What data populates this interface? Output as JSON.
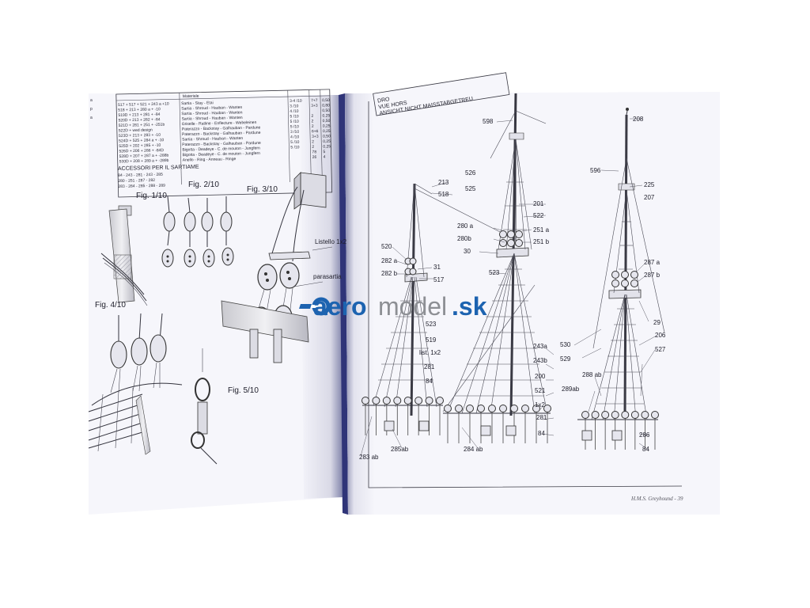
{
  "colors": {
    "background": "#ffffff",
    "page": "#f6f6fb",
    "spine": "#2f3478",
    "ink": "#1e1e2a",
    "logo_blue": "#1d63b0",
    "logo_gray": "#8d8f94"
  },
  "logo": {
    "part1": "aero",
    "part2": "model",
    "part3": ".sk"
  },
  "left_page": {
    "table_header": "Materiale",
    "table_rows": [
      [
        "517 + 517 + 521 + 243 a +10",
        "Sartia - Stay - Etai",
        "3-4 /10",
        "7+7",
        "0,50"
      ],
      [
        "518 + 213 + 280 a + -10",
        "Sartia - Shroud - Hauban - Wanten",
        "3 /10",
        "3+3",
        "0,80"
      ],
      [
        "519D + 213 + 281 + -84",
        "Sartia - Shroud - Hauban - Wanten",
        "4 /10",
        "",
        "0,50"
      ],
      [
        "520D + 213 + 282 + -84",
        "Sartia - Shroud - Hauban - Wanten",
        "5 /10",
        "2",
        "0,25"
      ],
      [
        "521D + 281 + 251 + -251b",
        "Griselle - Ratline - Enflecture - Webeleinen",
        "5 /10",
        "2",
        "0,50"
      ],
      [
        "522D + wed design",
        "Paterazzo - Backstay - Galhauban - Pardune",
        "5 /10",
        "2",
        "0,25"
      ],
      [
        "523D + 213 + 283 + -10",
        "Paterazzo - Backstay - Galhauban - Pardune",
        "3 /10",
        "6+6",
        "0,25"
      ],
      [
        "524D + 525 + 284 a + -10",
        "Sartia - Shroud - Hauban - Wanten",
        "4 /10",
        "3+3",
        "0,50"
      ],
      [
        "525D + 202 + 285 + -10",
        "Paterazzo - Backstay - Galhauban - Pardune",
        "5 /10",
        "2",
        "0,25"
      ],
      [
        "526D + 206 + 286 + -84D",
        "Bigotta - Deadeye - C. de mouton - Jungfern",
        "5 /10",
        "2",
        "0,25"
      ],
      [
        "528D + 207 + 287 a + -288b",
        "Bigotta - Deadeye - C. de mouton - Jungfern",
        "",
        "78",
        "5"
      ],
      [
        "530D + 208 + 289 a + -289b",
        "Anello - Ring - Anneau - Ringe",
        "",
        "26",
        "4"
      ]
    ],
    "accessories_title": "ACCESSORI PER IL SARTIAME",
    "accessories_rows": [
      "84 - 243 - 281 - 243 - 285",
      "280 - 251 - 287 - 282",
      "283 - 284 - 285 - 288 - 289"
    ],
    "figures": [
      "Fig. 1/10",
      "Fig. 2/10",
      "Fig. 3/10",
      "Fig. 4/10",
      "Fig. 5/10"
    ],
    "labels": {
      "listello": "Listello 1x2",
      "parasartia": "parasartia"
    }
  },
  "right_page": {
    "header_lines": [
      "DRO",
      "VUE HORS",
      "ANSICHT NICHT MAISSTABGETREU"
    ],
    "labels": {
      "598": "598",
      "208": "208",
      "213": "213",
      "518": "518",
      "526": "526",
      "525": "525",
      "201": "201",
      "522": "522",
      "596": "596",
      "225": "225",
      "207": "207",
      "280a": "280 a",
      "251a": "251 a",
      "280b": "280b",
      "251b": "251 b",
      "30": "30",
      "520": "520",
      "282a": "282 a",
      "282b": "282 b",
      "31": "31",
      "517": "517",
      "523a": "523",
      "287a": "287 a",
      "287b": "287 b",
      "523b": "523",
      "29": "29",
      "519": "519",
      "list": "list. 1x2",
      "530": "530",
      "206": "206",
      "243a": "243a",
      "243b": "243b",
      "529": "529",
      "527": "527",
      "281a": "281",
      "200": "200",
      "288ab": "288 ab",
      "84a": "84",
      "521": "521",
      "289ab": "289ab",
      "1x2": "1x2",
      "281b": "281",
      "84b": "84",
      "286": "286",
      "84c": "84",
      "283ab": "283 ab",
      "285ab": "285ab",
      "284ab": "284 ab"
    },
    "footer": "H.M.S. Greyhound - 39"
  }
}
